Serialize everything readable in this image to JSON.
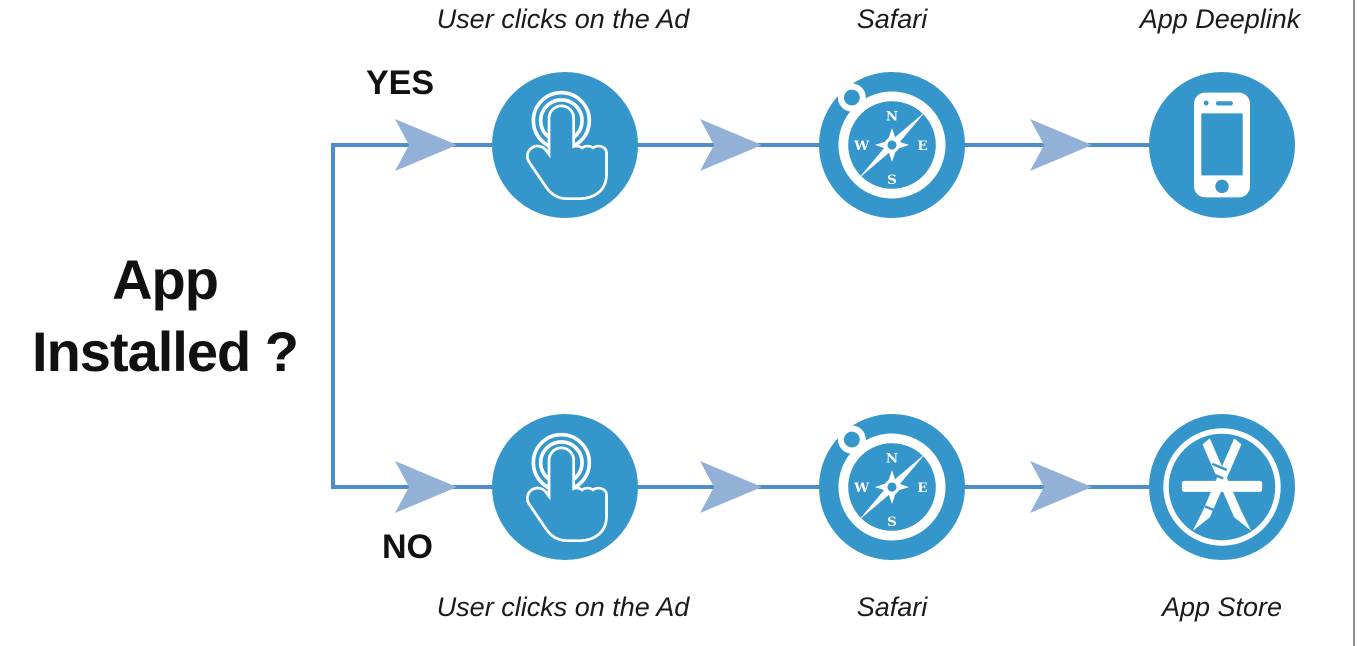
{
  "diagram": {
    "question": {
      "line1": "App",
      "line2": "Installed ?"
    },
    "branches": {
      "yes": {
        "label": "YES",
        "steps": [
          {
            "label": "User clicks on the Ad",
            "icon": "tap-icon"
          },
          {
            "label": "Safari",
            "icon": "safari-compass-icon"
          },
          {
            "label": "App Deeplink",
            "icon": "smartphone-icon"
          }
        ]
      },
      "no": {
        "label": "NO",
        "steps": [
          {
            "label": "User clicks on the Ad",
            "icon": "tap-icon"
          },
          {
            "label": "Safari",
            "icon": "safari-compass-icon"
          },
          {
            "label": "App Store",
            "icon": "app-store-icon"
          }
        ]
      }
    },
    "compass": {
      "n": "N",
      "e": "E",
      "s": "S",
      "w": "W"
    },
    "colors": {
      "node_blue": "#3596cb",
      "line_blue": "#4c8ecb",
      "arrow_blue": "#93b0d6",
      "text_black": "#111111",
      "icon_white": "#ffffff",
      "frame_gray": "#8e8e8e"
    }
  }
}
